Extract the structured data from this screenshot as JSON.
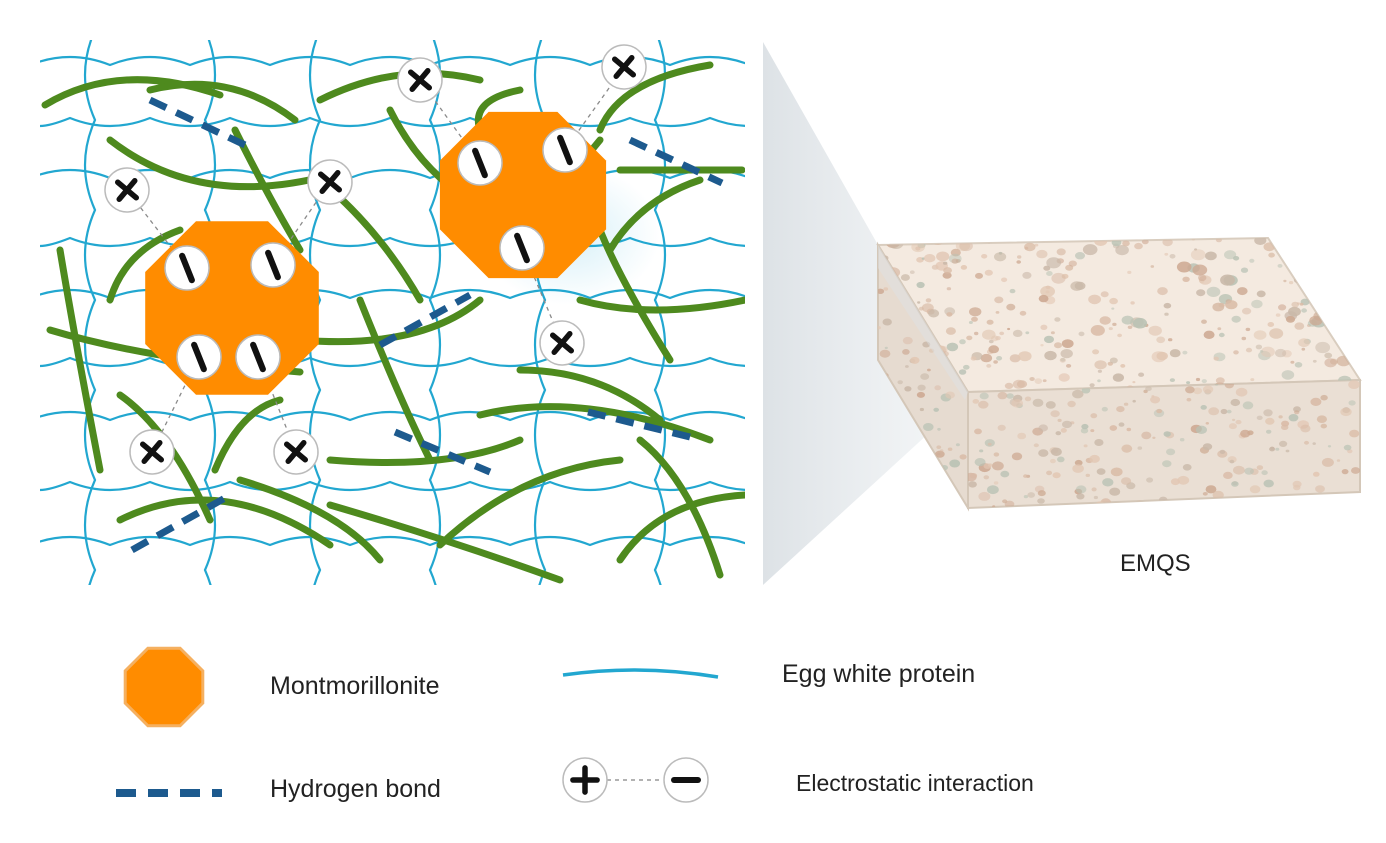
{
  "sample": {
    "label": "EMQS"
  },
  "legend": {
    "montmorillonite": "Montmorillonite",
    "egg_white_protein": "Egg white protein",
    "hydrogen_bond": "Hydrogen bond",
    "electrostatic_interaction": "Electrostatic interaction"
  },
  "colors": {
    "montmorillonite": "#FF8C00",
    "egg_white_protein": "#22A7D0",
    "polymer_chain": "#4E8A1E",
    "hydrogen_bond": "#1D5A8E",
    "sponge": "#EFE3D8",
    "callout": "#E6E9EC"
  },
  "icons": {
    "positive": "positive-charge-icon",
    "negative": "negative-charge-icon",
    "particle": "octagon-particle-icon"
  }
}
